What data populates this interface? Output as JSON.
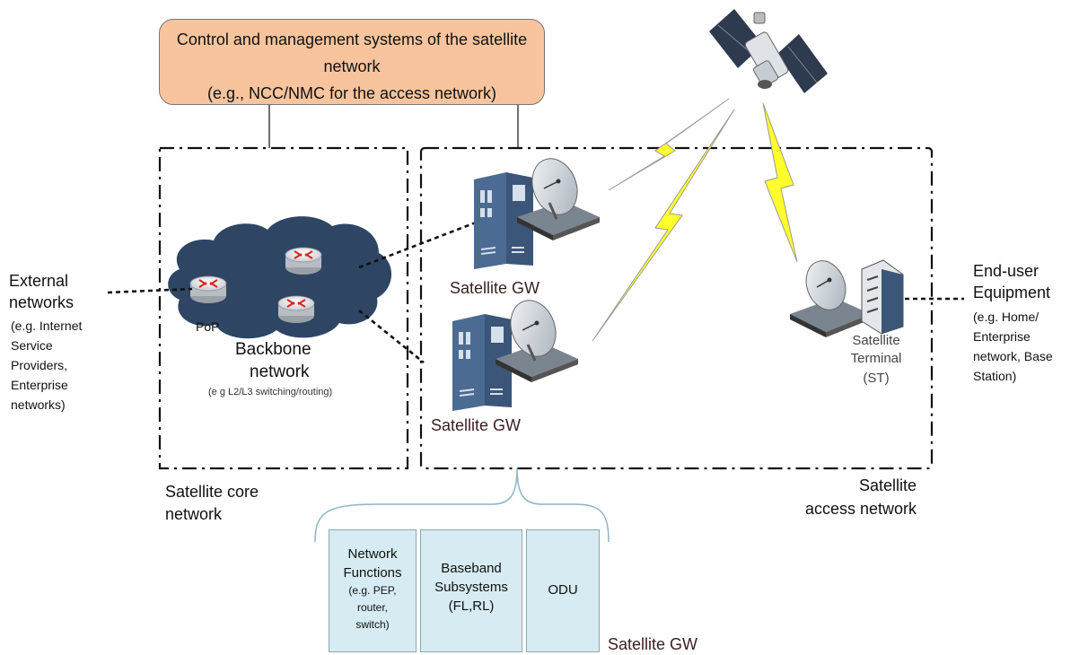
{
  "control_box": {
    "line1": "Control and management systems of the satellite",
    "line2": "network",
    "line3": "(e.g., NCC/NMC for the access network)"
  },
  "external_networks": {
    "title1": "External",
    "title2": "networks",
    "detail": [
      "(e.g. Internet",
      "Service",
      "Providers,",
      "Enterprise",
      "networks)"
    ]
  },
  "end_user": {
    "title1": "End-user",
    "title2": "Equipment",
    "detail": [
      "(e.g. Home/",
      "Enterprise",
      "network, Base",
      "Station)"
    ]
  },
  "backbone": {
    "pop_label": "PoP",
    "title1": "Backbone",
    "title2": "network",
    "subtitle": "(e g  L2/L3 switching/routing)"
  },
  "gateways": {
    "gw1_label": "Satellite GW",
    "gw2_label": "Satellite GW",
    "gw3_label": "Satellite GW"
  },
  "terminal": {
    "line1": "Satellite",
    "line2": "Terminal",
    "line3": "(ST)"
  },
  "core_network": {
    "line1": "Satellite core",
    "line2": "network"
  },
  "access_network": {
    "line1": "Satellite",
    "line2": "access network"
  },
  "gw_components": {
    "network_functions": [
      "Network",
      "Functions"
    ],
    "network_functions_detail": [
      "(e.g. PEP,",
      "router,",
      "switch)"
    ],
    "baseband": [
      "Baseband",
      "Subsystems",
      "(FL,RL)"
    ],
    "odu": "ODU"
  },
  "colors": {
    "control_box": "#f7c49d",
    "cloud": "#2e4664",
    "server": "#4c6b93",
    "lightning": "#ffff2b",
    "component_box": "#d6ebf2"
  }
}
